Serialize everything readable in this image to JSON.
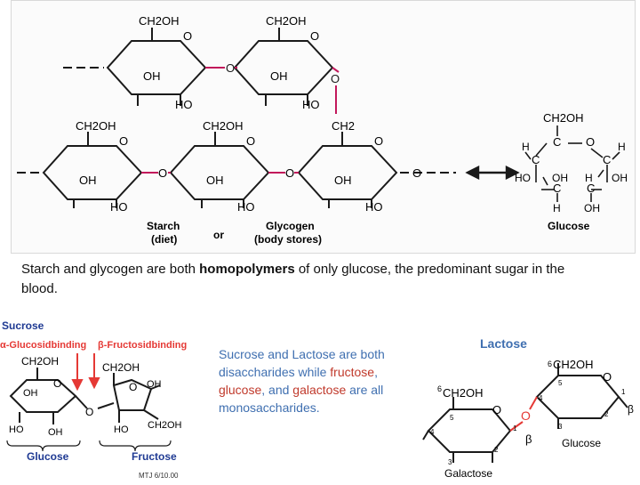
{
  "polymer": {
    "ch2oh": "CH2OH",
    "ch2": "CH2",
    "ring_o": "O",
    "oh": "OH",
    "ho": "HO",
    "link_o": "O",
    "starch": "Starch",
    "diet": "(diet)",
    "or": "or",
    "glycogen": "Glycogen",
    "body_stores": "(body stores)",
    "glucose": "Glucose",
    "h": "H",
    "c": "C",
    "o": "O"
  },
  "caption": {
    "part1": "Starch and glycogen are both ",
    "bold": "homopolymers",
    "part2": " of only glucose, the predominant sugar in the blood."
  },
  "sucrose": {
    "title": "Sucrose",
    "alpha_binding": "α-Glucosidbinding",
    "beta_binding": "β-Fructosidbinding",
    "ch2oh_left": "CH2OH",
    "ch2oh_right_top": "CH2OH",
    "ch2oh_right_bottom": "CH2OH",
    "oh": "OH",
    "ho": "HO",
    "o": "O",
    "glucose_label": "Glucose",
    "fructose_label": "Fructose",
    "credit": "MTJ 6/10.00"
  },
  "middle_text": {
    "s1": "Sucrose",
    "s2": " and ",
    "s3": "Lactose",
    "s4": " are both disaccharides while ",
    "s5": "fructose",
    "s6": ", ",
    "s7": "glucose",
    "s8": ", and ",
    "s9": "galactose",
    "s10": " are all monosaccharides."
  },
  "lactose": {
    "title": "Lactose",
    "ch2oh_left": "CH2OH",
    "ch2oh_right": "CH2OH",
    "six_left": "6",
    "six_right": "6",
    "o": "O",
    "beta": "β",
    "n1": "1",
    "n2": "2",
    "n3": "3",
    "n4": "4",
    "n5": "5",
    "galactose_label": "Galactose",
    "glucose_label": "Glucose"
  },
  "colors": {
    "bond": "#1a1a1a",
    "glycosidic_link": "#c2185b",
    "text_blue": "#3f6fb0",
    "text_red": "#c0392b",
    "sucrose_title_blue": "#1f3a93",
    "arrow_red": "#e53935",
    "lactose_o_red": "#e53935"
  }
}
